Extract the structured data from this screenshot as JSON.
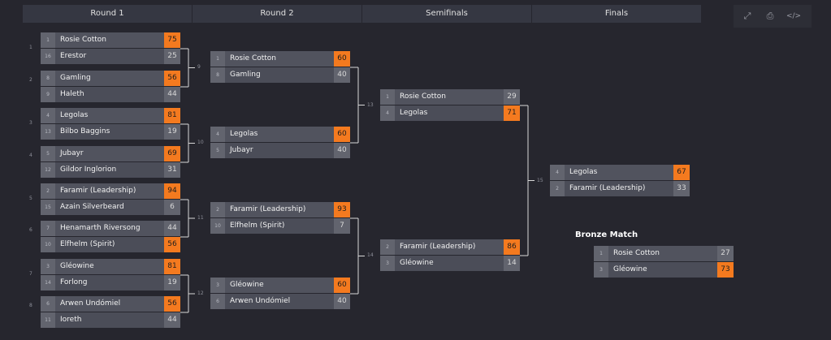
{
  "rounds": [
    "Round 1",
    "Round 2",
    "Semifinals",
    "Finals"
  ],
  "toolbar": {
    "fullscreen_icon": "⤢",
    "print_icon": "⎙",
    "embed_icon": "</>"
  },
  "bronze_title": "Bronze Match",
  "matches": [
    {
      "num": "1",
      "round": 0,
      "index": 0,
      "p": [
        {
          "seed": "1",
          "name": "Rosie Cotton",
          "score": "75",
          "win": true
        },
        {
          "seed": "16",
          "name": "Erestor",
          "score": "25",
          "win": false
        }
      ]
    },
    {
      "num": "2",
      "round": 0,
      "index": 1,
      "p": [
        {
          "seed": "8",
          "name": "Gamling",
          "score": "56",
          "win": true
        },
        {
          "seed": "9",
          "name": "Haleth",
          "score": "44",
          "win": false
        }
      ]
    },
    {
      "num": "3",
      "round": 0,
      "index": 2,
      "p": [
        {
          "seed": "4",
          "name": "Legolas",
          "score": "81",
          "win": true
        },
        {
          "seed": "13",
          "name": "Bilbo Baggins",
          "score": "19",
          "win": false
        }
      ]
    },
    {
      "num": "4",
      "round": 0,
      "index": 3,
      "p": [
        {
          "seed": "5",
          "name": "Jubayr",
          "score": "69",
          "win": true
        },
        {
          "seed": "12",
          "name": "Gildor Inglorion",
          "score": "31",
          "win": false
        }
      ]
    },
    {
      "num": "5",
      "round": 0,
      "index": 4,
      "p": [
        {
          "seed": "2",
          "name": "Faramir (Leadership)",
          "score": "94",
          "win": true
        },
        {
          "seed": "15",
          "name": "Azain Silverbeard",
          "score": "6",
          "win": false
        }
      ]
    },
    {
      "num": "6",
      "round": 0,
      "index": 5,
      "p": [
        {
          "seed": "7",
          "name": "Henamarth Riversong",
          "score": "44",
          "win": false
        },
        {
          "seed": "10",
          "name": "Elfhelm (Spirit)",
          "score": "56",
          "win": true
        }
      ]
    },
    {
      "num": "7",
      "round": 0,
      "index": 6,
      "p": [
        {
          "seed": "3",
          "name": "Gléowine",
          "score": "81",
          "win": true
        },
        {
          "seed": "14",
          "name": "Forlong",
          "score": "19",
          "win": false
        }
      ]
    },
    {
      "num": "8",
      "round": 0,
      "index": 7,
      "p": [
        {
          "seed": "6",
          "name": "Arwen Undómiel",
          "score": "56",
          "win": true
        },
        {
          "seed": "11",
          "name": "Ioreth",
          "score": "44",
          "win": false
        }
      ]
    },
    {
      "num": "9",
      "round": 1,
      "index": 0,
      "p": [
        {
          "seed": "1",
          "name": "Rosie Cotton",
          "score": "60",
          "win": true
        },
        {
          "seed": "8",
          "name": "Gamling",
          "score": "40",
          "win": false
        }
      ]
    },
    {
      "num": "10",
      "round": 1,
      "index": 1,
      "p": [
        {
          "seed": "4",
          "name": "Legolas",
          "score": "60",
          "win": true
        },
        {
          "seed": "5",
          "name": "Jubayr",
          "score": "40",
          "win": false
        }
      ]
    },
    {
      "num": "11",
      "round": 1,
      "index": 2,
      "p": [
        {
          "seed": "2",
          "name": "Faramir (Leadership)",
          "score": "93",
          "win": true
        },
        {
          "seed": "10",
          "name": "Elfhelm (Spirit)",
          "score": "7",
          "win": false
        }
      ]
    },
    {
      "num": "12",
      "round": 1,
      "index": 3,
      "p": [
        {
          "seed": "3",
          "name": "Gléowine",
          "score": "60",
          "win": true
        },
        {
          "seed": "6",
          "name": "Arwen Undómiel",
          "score": "40",
          "win": false
        }
      ]
    },
    {
      "num": "13",
      "round": 2,
      "index": 0,
      "p": [
        {
          "seed": "1",
          "name": "Rosie Cotton",
          "score": "29",
          "win": false
        },
        {
          "seed": "4",
          "name": "Legolas",
          "score": "71",
          "win": true
        }
      ]
    },
    {
      "num": "14",
      "round": 2,
      "index": 1,
      "p": [
        {
          "seed": "2",
          "name": "Faramir (Leadership)",
          "score": "86",
          "win": true
        },
        {
          "seed": "3",
          "name": "Gléowine",
          "score": "14",
          "win": false
        }
      ]
    },
    {
      "num": "15",
      "round": 3,
      "index": 0,
      "p": [
        {
          "seed": "4",
          "name": "Legolas",
          "score": "67",
          "win": true
        },
        {
          "seed": "2",
          "name": "Faramir (Leadership)",
          "score": "33",
          "win": false
        }
      ]
    },
    {
      "num": "",
      "round": 4,
      "index": 0,
      "p": [
        {
          "seed": "1",
          "name": "Rosie Cotton",
          "score": "27",
          "win": false
        },
        {
          "seed": "3",
          "name": "Gléowine",
          "score": "73",
          "win": true
        }
      ]
    }
  ]
}
